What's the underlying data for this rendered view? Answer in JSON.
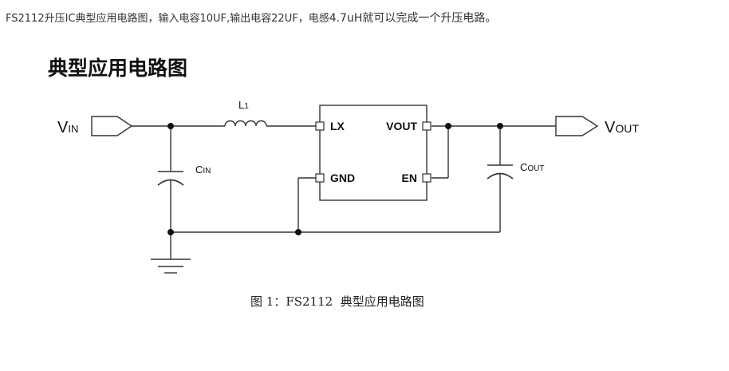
{
  "intro": {
    "part1": "FS2112升压IC典型应用电路图，输入电容10UF,输出电容22UF，电感",
    "part2": "4.7uH就可以完成一个升压电路。"
  },
  "heading": "典型应用电路图",
  "diagram": {
    "vin": {
      "main": "V",
      "sub": "IN"
    },
    "vout": {
      "main": "V",
      "sub": "OUT"
    },
    "inductor": {
      "main": "L",
      "sub": "1"
    },
    "cin": {
      "main": "C",
      "sub": "IN"
    },
    "cout": {
      "main": "C",
      "sub": "OUT"
    },
    "pins": {
      "lx": "LX",
      "gnd": "GND",
      "vout": "VOUT",
      "en": "EN"
    }
  },
  "caption": {
    "prefix": "图 1：",
    "part": "FS2112",
    "suffix": "典型应用电路图"
  },
  "colors": {
    "line": "#333333"
  }
}
